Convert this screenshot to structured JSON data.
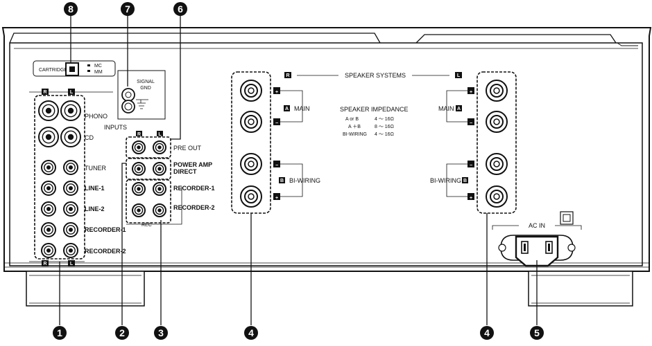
{
  "callouts": [
    "1",
    "2",
    "3",
    "4",
    "5",
    "6",
    "7",
    "8"
  ],
  "cartridge": {
    "label": "CARTRIDGE",
    "mc": "MC",
    "mm": "MM"
  },
  "signal_gnd": {
    "line1": "SIGNAL",
    "line2": "GND"
  },
  "inputs": {
    "title": "INPUTS",
    "r": "R",
    "l": "L",
    "rows": [
      "PHONO",
      "CD",
      "TUNER",
      "LINE-1",
      "LINE-2",
      "RECORDER-1",
      "RECORDER-2"
    ]
  },
  "pre_out": {
    "label": "PRE OUT",
    "r": "R",
    "l": "L"
  },
  "power_amp": {
    "line1": "POWER AMP",
    "line2": "DIRECT"
  },
  "rec_out": {
    "rec1": "RECORDER-1",
    "rec2": "RECORDER-2",
    "rec": "REC"
  },
  "speaker": {
    "r": "R",
    "title": "SPEAKER SYSTEMS",
    "l": "L",
    "main": "MAIN",
    "biwiring": "BI-WIRING",
    "a": "A",
    "b": "B",
    "plus": "+",
    "minus": "−",
    "impedance_title": "SPEAKER IMPEDANCE",
    "imp_rows": [
      {
        "k": "A or B",
        "v": "4 ～ 16Ω"
      },
      {
        "k": "A ＋B",
        "v": "8 ～ 16Ω"
      },
      {
        "k": "BI-WIRING",
        "v": "4 ～ 16Ω"
      }
    ]
  },
  "ac_in": {
    "label": "AC IN"
  }
}
